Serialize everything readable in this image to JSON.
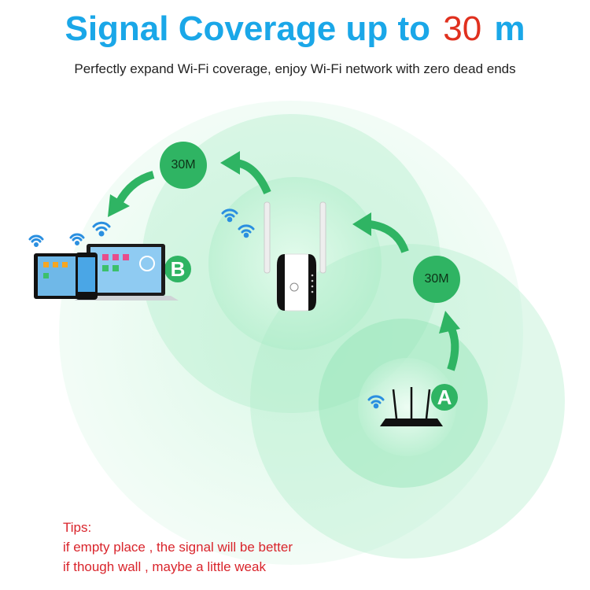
{
  "header": {
    "title_prefix": "Signal Coverage up to",
    "title_number": "30",
    "title_unit": "m",
    "subtitle": "Perfectly expand Wi-Fi coverage, enjoy Wi-Fi network with zero dead ends"
  },
  "diagram": {
    "distance_badges": [
      {
        "label": "30M"
      },
      {
        "label": "30M"
      }
    ],
    "points": [
      {
        "label": "A",
        "device": "router"
      },
      {
        "label": "B",
        "device": "client-devices"
      }
    ],
    "repeater": {
      "device": "wifi-repeater"
    },
    "colors": {
      "badge_green": "#2fb463",
      "coverage_green": "#b5f0cf",
      "wifi_blue": "#2a8fe0",
      "title_blue": "#1aa7e8",
      "accent_red": "#e0301e"
    }
  },
  "tips": {
    "heading": "Tips:",
    "lines": [
      "if empty place , the signal will be better",
      "if though wall , maybe a little weak"
    ]
  }
}
